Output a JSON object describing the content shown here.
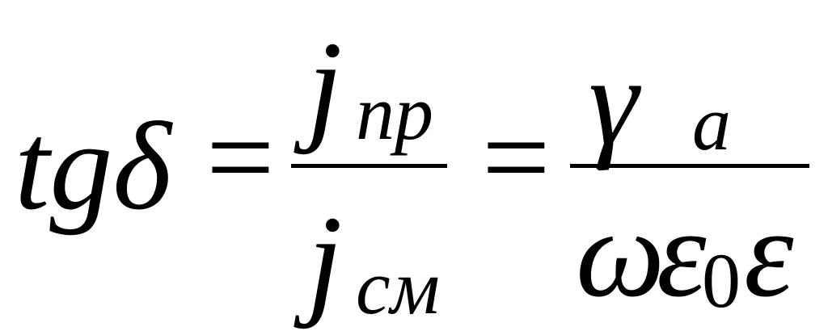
{
  "formula": {
    "lhs": "tgδ",
    "eq": "=",
    "frac1": {
      "num_main": "j",
      "num_sub": "пр",
      "den_main": "j",
      "den_sub": "см"
    },
    "frac2": {
      "num_main": "γ",
      "num_sub": "a",
      "den_omega": "ω",
      "den_eps0": "ε",
      "den_eps0_sub": "0",
      "den_eps": "ε"
    }
  }
}
